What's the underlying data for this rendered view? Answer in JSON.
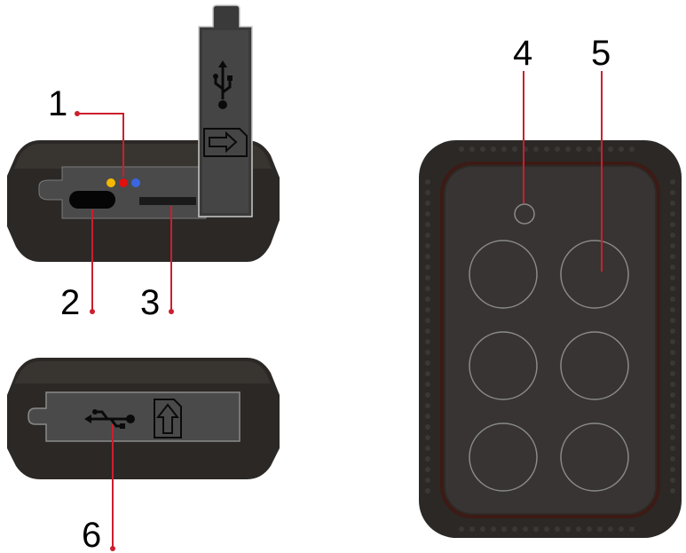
{
  "callouts": [
    {
      "id": "1",
      "label": "1"
    },
    {
      "id": "2",
      "label": "2"
    },
    {
      "id": "3",
      "label": "3"
    },
    {
      "id": "4",
      "label": "4"
    },
    {
      "id": "5",
      "label": "5"
    },
    {
      "id": "6",
      "label": "6"
    }
  ],
  "icons": {
    "usb": "usb-icon",
    "arrow_right": "arrow-right-icon",
    "arrow_up": "arrow-up-icon"
  },
  "colors": {
    "leader_line": "#cc1f2e",
    "device_body": "#2b2826",
    "device_panel": "#4a4a4a",
    "led_yellow": "#f5b800",
    "led_red": "#e01010",
    "led_blue": "#3a66e0",
    "button_ring": "#8a8a8a"
  },
  "led_colors": [
    "yellow",
    "red",
    "blue"
  ],
  "button_count": 6
}
